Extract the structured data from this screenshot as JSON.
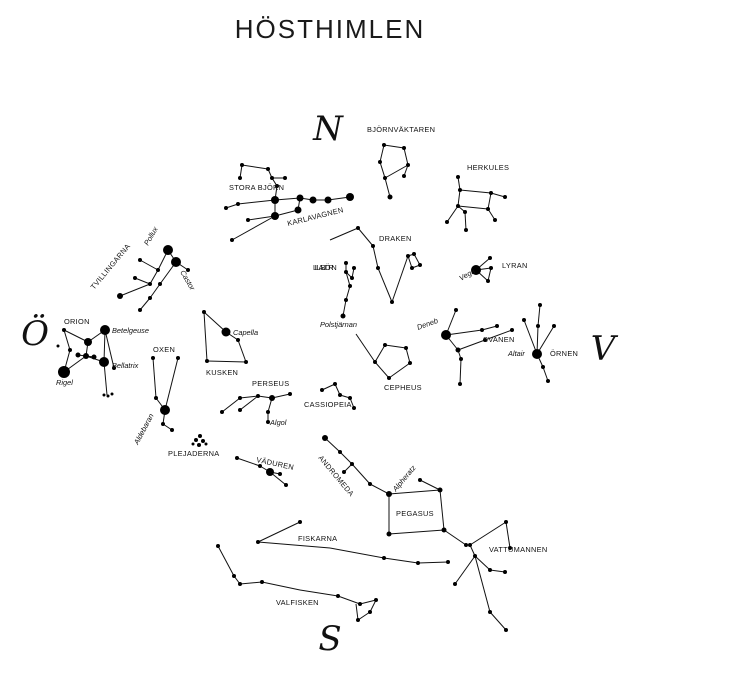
{
  "title": "HÖSTHIMLEN",
  "directions": {
    "north": "N",
    "south": "S",
    "east": "Ö",
    "west": "V"
  },
  "constellations": [
    {
      "key": "bjornvaktaren",
      "label": "BJÖRNVÄKTAREN"
    },
    {
      "key": "herkules",
      "label": "HERKULES"
    },
    {
      "key": "stora-bjorn",
      "label": "STORA BJÖRN"
    },
    {
      "key": "karlavagnen",
      "label": "KARLAVAGNEN"
    },
    {
      "key": "tvillingarna",
      "label": "TVILLINGARNA"
    },
    {
      "key": "draken",
      "label": "DRAKEN"
    },
    {
      "key": "lyran",
      "label": "LYRAN"
    },
    {
      "key": "lilla-bjorn",
      "label": "LILLA BJÖRN"
    },
    {
      "key": "orion",
      "label": "ORION"
    },
    {
      "key": "svanen",
      "label": "SVANEN"
    },
    {
      "key": "ornen",
      "label": "ÖRNEN"
    },
    {
      "key": "oxen",
      "label": "OXEN"
    },
    {
      "key": "kusken",
      "label": "KUSKEN"
    },
    {
      "key": "cepheus",
      "label": "CEPHEUS"
    },
    {
      "key": "perseus",
      "label": "PERSEUS"
    },
    {
      "key": "cassiopeia",
      "label": "CASSIOPEIA"
    },
    {
      "key": "plejaderna",
      "label": "PLEJADERNA"
    },
    {
      "key": "vaduren",
      "label": "VÄDUREN"
    },
    {
      "key": "andromeda",
      "label": "ANDROMEDA"
    },
    {
      "key": "pegasus",
      "label": "PEGASUS"
    },
    {
      "key": "fiskarna",
      "label": "FISKARNA"
    },
    {
      "key": "vattumannen",
      "label": "VATTUMANNEN"
    },
    {
      "key": "valfisken",
      "label": "VALFISKEN"
    }
  ],
  "stars": [
    {
      "key": "pollux",
      "label": "Pollux"
    },
    {
      "key": "castor",
      "label": "Castor"
    },
    {
      "key": "vega",
      "label": "Vega"
    },
    {
      "key": "betelgeuse",
      "label": "Betelgeuse"
    },
    {
      "key": "capella",
      "label": "Capella"
    },
    {
      "key": "polstjarnan",
      "label": "Polstjärnan"
    },
    {
      "key": "deneb",
      "label": "Deneb"
    },
    {
      "key": "altair",
      "label": "Altair"
    },
    {
      "key": "bellatrix",
      "label": "Bellatrix"
    },
    {
      "key": "rigel",
      "label": "Rigel"
    },
    {
      "key": "aldebaran",
      "label": "Aldebaran"
    },
    {
      "key": "algol",
      "label": "Algol"
    },
    {
      "key": "alpheratz",
      "label": "Alpheratz"
    }
  ]
}
